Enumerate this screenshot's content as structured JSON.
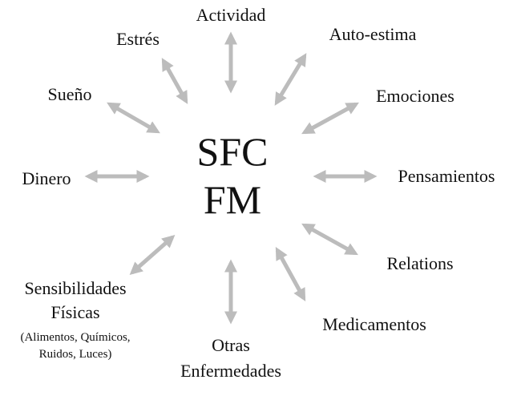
{
  "center": {
    "line1": "SFC",
    "line2": "FM"
  },
  "nodes": {
    "actividad": "Actividad",
    "autoestima": "Auto-estima",
    "estres": "Estrés",
    "emociones": "Emociones",
    "sueno": "Sueño",
    "pensamientos": "Pensamientos",
    "dinero": "Dinero",
    "relations": "Relations",
    "sensibilidades": {
      "line1": "Sensibilidades",
      "line2": "Físicas",
      "line3": "(Alimentos, Químicos,",
      "line4": "Ruidos, Luces)"
    },
    "medicamentos": "Medicamentos",
    "otras": {
      "line1": "Otras",
      "line2": "Enfermedades"
    }
  },
  "colors": {
    "arrow": "#bcbcbc",
    "text": "#111111",
    "background": "#ffffff"
  }
}
